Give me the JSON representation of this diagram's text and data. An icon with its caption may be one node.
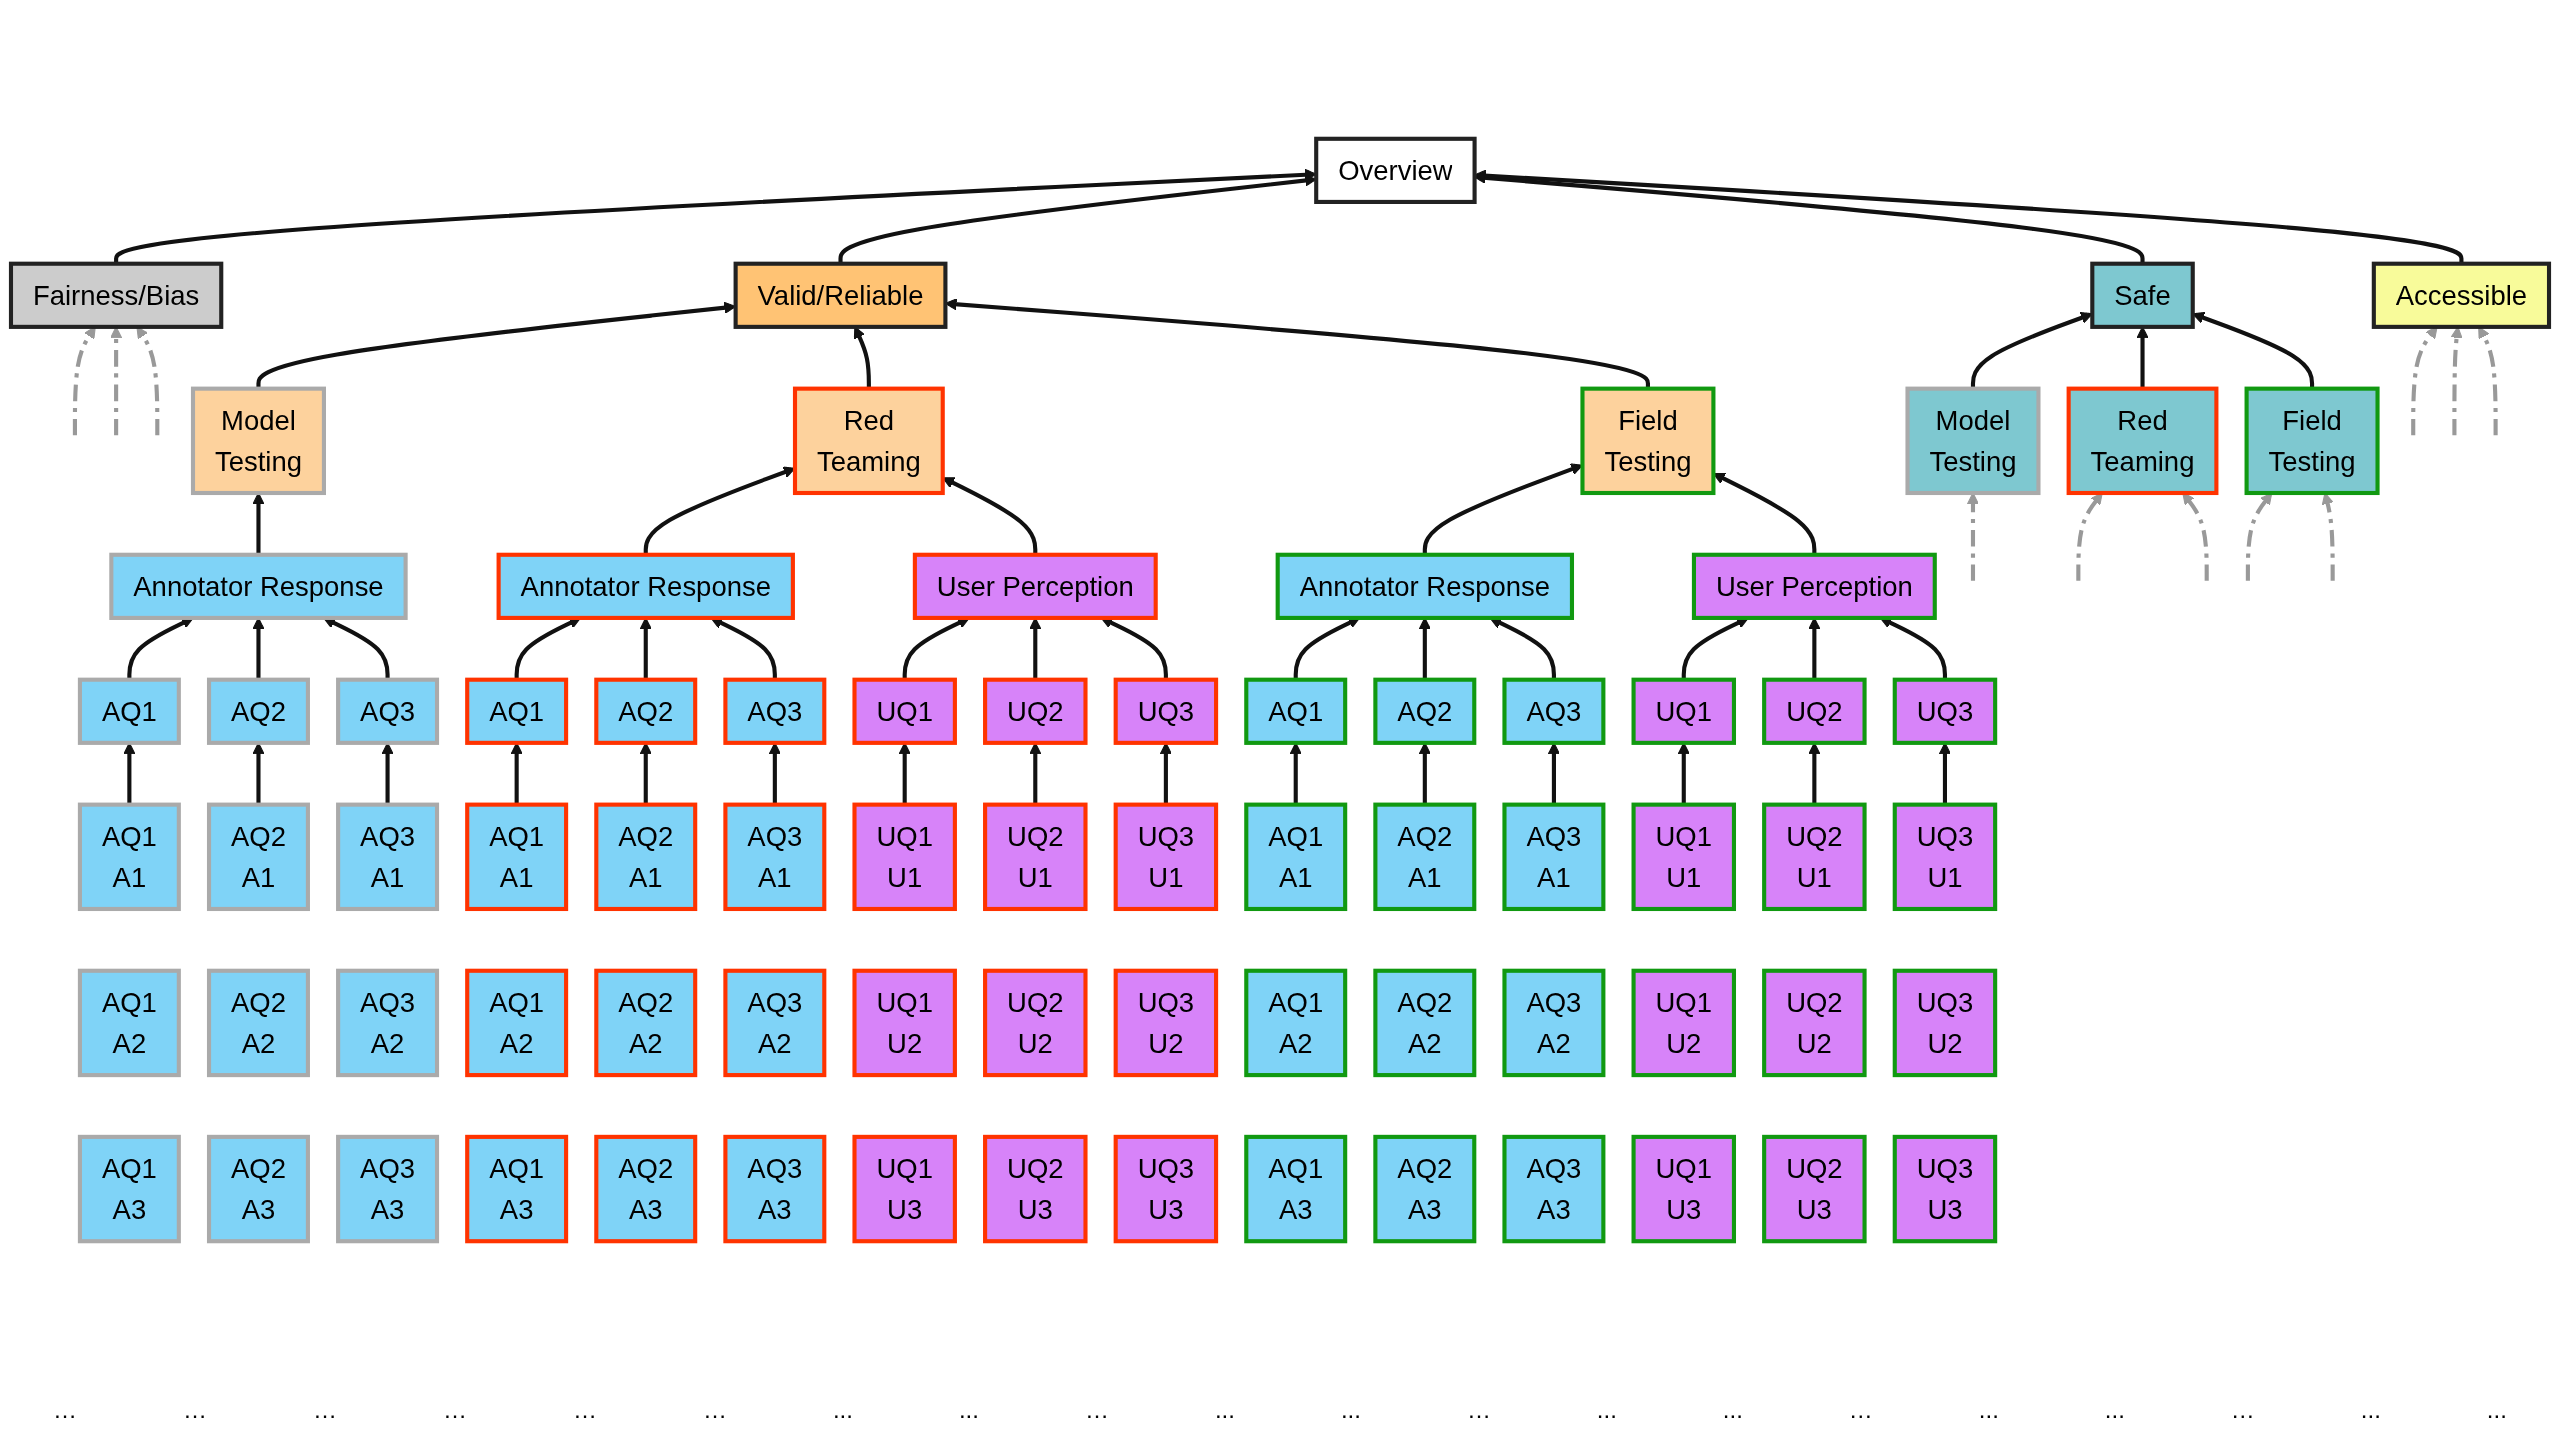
{
  "diagram": {
    "nodes": [
      {
        "text": [
          "Overview"
        ]
      },
      {
        "text": [
          "Fairness/Bias"
        ]
      },
      {
        "text": [
          "Valid/Reliable"
        ]
      },
      {
        "text": [
          "Safe"
        ]
      },
      {
        "text": [
          "Accessible"
        ]
      },
      {
        "text": [
          "Model",
          "Testing"
        ]
      },
      {
        "text": [
          "Red",
          "Teaming"
        ]
      },
      {
        "text": [
          "Field",
          "Testing"
        ]
      },
      {
        "text": [
          "Model",
          "Testing"
        ]
      },
      {
        "text": [
          "Red",
          "Teaming"
        ]
      },
      {
        "text": [
          "Field",
          "Testing"
        ]
      },
      {
        "text": [
          "Annotator Response"
        ]
      },
      {
        "text": [
          "Annotator Response"
        ]
      },
      {
        "text": [
          "User Perception"
        ]
      },
      {
        "text": [
          "Annotator Response"
        ]
      },
      {
        "text": [
          "User Perception"
        ]
      },
      {
        "text": [
          "AQ1"
        ]
      },
      {
        "text": [
          "AQ2"
        ]
      },
      {
        "text": [
          "AQ3"
        ]
      },
      {
        "text": [
          "AQ1"
        ]
      },
      {
        "text": [
          "AQ2"
        ]
      },
      {
        "text": [
          "AQ3"
        ]
      },
      {
        "text": [
          "UQ1"
        ]
      },
      {
        "text": [
          "UQ2"
        ]
      },
      {
        "text": [
          "UQ3"
        ]
      },
      {
        "text": [
          "AQ1"
        ]
      },
      {
        "text": [
          "AQ2"
        ]
      },
      {
        "text": [
          "AQ3"
        ]
      },
      {
        "text": [
          "UQ1"
        ]
      },
      {
        "text": [
          "UQ2"
        ]
      },
      {
        "text": [
          "UQ3"
        ]
      },
      {
        "text": [
          "AQ1",
          "A1"
        ]
      },
      {
        "text": [
          "AQ1",
          "A2"
        ]
      },
      {
        "text": [
          "AQ1",
          "A3"
        ]
      },
      {
        "text": [
          "AQ2",
          "A1"
        ]
      },
      {
        "text": [
          "AQ2",
          "A2"
        ]
      },
      {
        "text": [
          "AQ2",
          "A3"
        ]
      },
      {
        "text": [
          "AQ3",
          "A1"
        ]
      },
      {
        "text": [
          "AQ3",
          "A2"
        ]
      },
      {
        "text": [
          "AQ3",
          "A3"
        ]
      },
      {
        "text": [
          "AQ1",
          "A1"
        ]
      },
      {
        "text": [
          "AQ1",
          "A2"
        ]
      },
      {
        "text": [
          "AQ1",
          "A3"
        ]
      },
      {
        "text": [
          "AQ2",
          "A1"
        ]
      },
      {
        "text": [
          "AQ2",
          "A2"
        ]
      },
      {
        "text": [
          "AQ2",
          "A3"
        ]
      },
      {
        "text": [
          "AQ3",
          "A1"
        ]
      },
      {
        "text": [
          "AQ3",
          "A2"
        ]
      },
      {
        "text": [
          "AQ3",
          "A3"
        ]
      },
      {
        "text": [
          "UQ1",
          "U1"
        ]
      },
      {
        "text": [
          "UQ1",
          "U2"
        ]
      },
      {
        "text": [
          "UQ1",
          "U3"
        ]
      },
      {
        "text": [
          "UQ2",
          "U1"
        ]
      },
      {
        "text": [
          "UQ2",
          "U2"
        ]
      },
      {
        "text": [
          "UQ2",
          "U3"
        ]
      },
      {
        "text": [
          "UQ3",
          "U1"
        ]
      },
      {
        "text": [
          "UQ3",
          "U2"
        ]
      },
      {
        "text": [
          "UQ3",
          "U3"
        ]
      },
      {
        "text": [
          "AQ1",
          "A1"
        ]
      },
      {
        "text": [
          "AQ1",
          "A2"
        ]
      },
      {
        "text": [
          "AQ1",
          "A3"
        ]
      },
      {
        "text": [
          "AQ2",
          "A1"
        ]
      },
      {
        "text": [
          "AQ2",
          "A2"
        ]
      },
      {
        "text": [
          "AQ2",
          "A3"
        ]
      },
      {
        "text": [
          "AQ3",
          "A1"
        ]
      },
      {
        "text": [
          "AQ3",
          "A2"
        ]
      },
      {
        "text": [
          "AQ3",
          "A3"
        ]
      },
      {
        "text": [
          "UQ1",
          "U1"
        ]
      },
      {
        "text": [
          "UQ1",
          "U2"
        ]
      },
      {
        "text": [
          "UQ1",
          "U3"
        ]
      },
      {
        "text": [
          "UQ2",
          "U1"
        ]
      },
      {
        "text": [
          "UQ2",
          "U2"
        ]
      },
      {
        "text": [
          "UQ2",
          "U3"
        ]
      },
      {
        "text": [
          "UQ3",
          "U1"
        ]
      },
      {
        "text": [
          "UQ3",
          "U2"
        ]
      },
      {
        "text": [
          "UQ3",
          "U3"
        ]
      }
    ],
    "edges": [
      {
        "from": 1,
        "to": 0,
        "arrow": "to"
      },
      {
        "from": 2,
        "to": 0,
        "arrow": "to"
      },
      {
        "from": 3,
        "to": 0,
        "arrow": "to"
      },
      {
        "from": 4,
        "to": 0,
        "arrow": "to"
      },
      {
        "from": 5,
        "to": 2,
        "arrow": "to"
      },
      {
        "from": 6,
        "to": 2,
        "arrow": "to"
      },
      {
        "from": 7,
        "to": 2,
        "arrow": "to"
      },
      {
        "from": 8,
        "to": 3,
        "arrow": "to"
      },
      {
        "from": 9,
        "to": 3,
        "arrow": "to"
      },
      {
        "from": 10,
        "to": 3,
        "arrow": "to"
      },
      {
        "from": 11,
        "to": 5,
        "arrow": "to"
      },
      {
        "from": 12,
        "to": 6,
        "arrow": "to"
      },
      {
        "from": 13,
        "to": 6,
        "arrow": "to"
      },
      {
        "from": 14,
        "to": 7,
        "arrow": "to"
      },
      {
        "from": 15,
        "to": 7,
        "arrow": "to"
      },
      {
        "from": 16,
        "to": 11,
        "arrow": "to"
      },
      {
        "from": 17,
        "to": 11,
        "arrow": "to"
      },
      {
        "from": 18,
        "to": 11,
        "arrow": "to"
      },
      {
        "from": 19,
        "to": 12,
        "arrow": "to"
      },
      {
        "from": 20,
        "to": 12,
        "arrow": "to"
      },
      {
        "from": 21,
        "to": 12,
        "arrow": "to"
      },
      {
        "from": 22,
        "to": 13,
        "arrow": "to"
      },
      {
        "from": 23,
        "to": 13,
        "arrow": "to"
      },
      {
        "from": 24,
        "to": 13,
        "arrow": "to"
      },
      {
        "from": 25,
        "to": 14,
        "arrow": "to"
      },
      {
        "from": 26,
        "to": 14,
        "arrow": "to"
      },
      {
        "from": 27,
        "to": 14,
        "arrow": "to"
      },
      {
        "from": 28,
        "to": 15,
        "arrow": "to"
      },
      {
        "from": 29,
        "to": 15,
        "arrow": "to"
      },
      {
        "from": 30,
        "to": 15,
        "arrow": "to"
      },
      {
        "from": 31,
        "to": 16,
        "arrow": "to"
      },
      {
        "from": 34,
        "to": 17,
        "arrow": "to"
      },
      {
        "from": 37,
        "to": 18,
        "arrow": "to"
      },
      {
        "from": 40,
        "to": 19,
        "arrow": "to"
      },
      {
        "from": 43,
        "to": 20,
        "arrow": "to"
      },
      {
        "from": 46,
        "to": 21,
        "arrow": "to"
      },
      {
        "from": 49,
        "to": 22,
        "arrow": "to"
      },
      {
        "from": 52,
        "to": 23,
        "arrow": "to"
      },
      {
        "from": 55,
        "to": 24,
        "arrow": "to"
      },
      {
        "from": 58,
        "to": 25,
        "arrow": "to"
      },
      {
        "from": 61,
        "to": 26,
        "arrow": "to"
      },
      {
        "from": 64,
        "to": 27,
        "arrow": "to"
      },
      {
        "from": 67,
        "to": 28,
        "arrow": "to"
      },
      {
        "from": 70,
        "to": 29,
        "arrow": "to"
      },
      {
        "from": 73,
        "to": 30,
        "arrow": "to"
      },
      {
        "from": null,
        "to": 1,
        "arrow": "to",
        "style": "dashed",
        "color": "#999999"
      },
      {
        "from": null,
        "to": 1,
        "arrow": "to",
        "style": "dashed",
        "color": "#999999"
      },
      {
        "from": null,
        "to": 1,
        "arrow": "to",
        "style": "dashed",
        "color": "#999999"
      },
      {
        "from": null,
        "to": 4,
        "arrow": "to",
        "style": "dashed",
        "color": "#999999"
      },
      {
        "from": null,
        "to": 4,
        "arrow": "to",
        "style": "dashed",
        "color": "#999999"
      },
      {
        "from": null,
        "to": 4,
        "arrow": "to",
        "style": "dashed",
        "color": "#999999"
      },
      {
        "from": null,
        "to": 8,
        "arrow": "to",
        "style": "dashed",
        "color": "#999999"
      },
      {
        "from": null,
        "to": 9,
        "arrow": "to",
        "style": "dashed",
        "color": "#999999"
      },
      {
        "from": null,
        "to": 9,
        "arrow": "to",
        "style": "dashed",
        "color": "#999999"
      },
      {
        "from": null,
        "to": 10,
        "arrow": "to",
        "style": "dashed",
        "color": "#999999"
      },
      {
        "from": null,
        "to": 10,
        "arrow": "to",
        "style": "dashed",
        "color": "#999999"
      }
    ],
    "labels": [
      "…",
      "…",
      "…",
      "…",
      "…",
      "…",
      "...",
      "...",
      "…",
      "...",
      "...",
      "…",
      "...",
      "...",
      "…",
      "...",
      "...",
      "…",
      "...",
      "..."
    ]
  }
}
